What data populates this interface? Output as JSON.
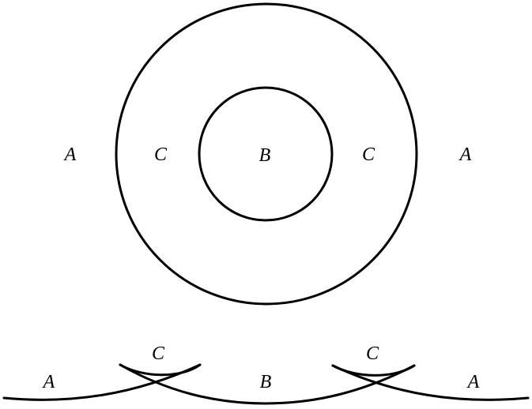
{
  "diagram": {
    "top_view": {
      "labels": {
        "outer_left": "A",
        "ring_left": "C",
        "center": "B",
        "ring_right": "C",
        "outer_right": "A"
      }
    },
    "cross_section": {
      "labels": {
        "left_outer": "A",
        "left_bump": "C",
        "middle": "B",
        "right_bump": "C",
        "right_outer": "A"
      }
    },
    "colors": {
      "stroke": "#000000",
      "background": "#ffffff"
    }
  }
}
